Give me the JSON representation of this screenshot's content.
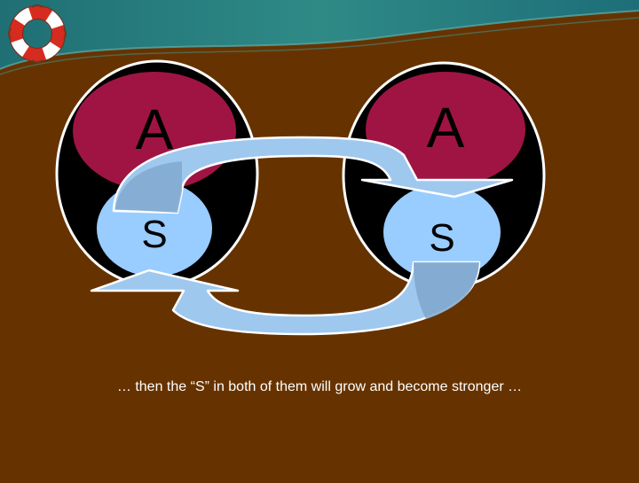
{
  "diagram": {
    "left_person": {
      "top_label": "A",
      "bottom_label": "S"
    },
    "right_person": {
      "top_label": "A",
      "bottom_label": "S"
    },
    "caption": "… then the “S” in both of them will grow and become stronger …"
  },
  "colors": {
    "background": "#663300",
    "header_band": "#2c7a7b",
    "oval_fill": "#000000",
    "oval_outline": "#ffffff",
    "a_circle": "#a01444",
    "s_circle": "#99ccff",
    "arrow_fill": "#9fc8ef",
    "arrow_shade": "#7fa6cc",
    "arrow_outline": "#ffffff"
  },
  "icons": {
    "logo": "life-ring-icon"
  }
}
